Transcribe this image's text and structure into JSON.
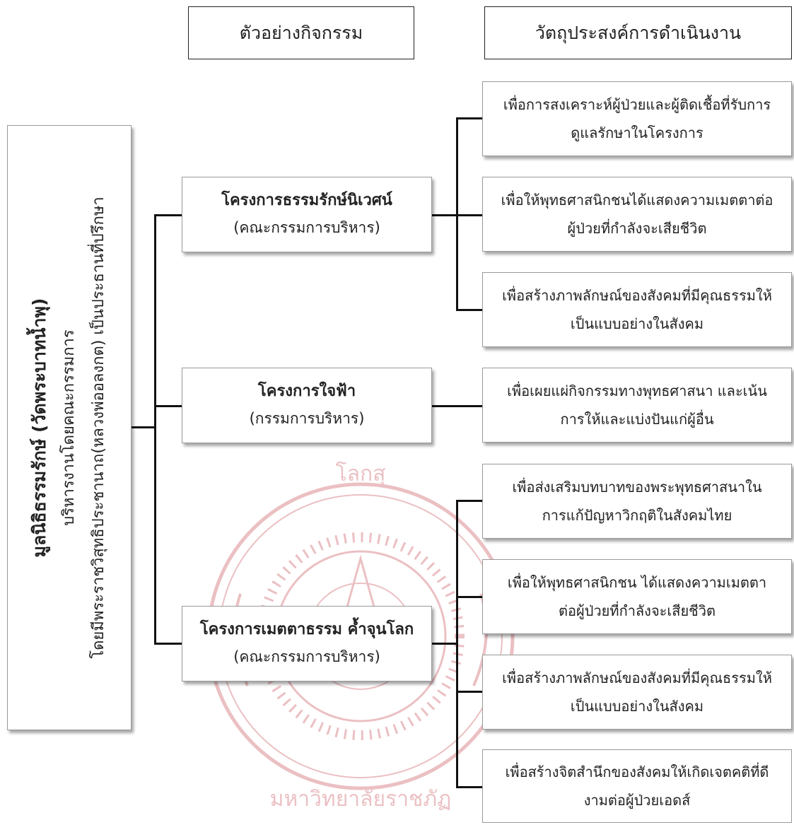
{
  "headers": {
    "activities": "ตัวอย่างกิจกรรม",
    "objectives": "วัตถุประสงค์การดำเนินงาน"
  },
  "root": {
    "title": "มูลนิธิธรรมรักษ์ (วัดพระบาทน้ำพุ)",
    "line2": "บริหารงานโดยคณะกรรมการ",
    "line3": "โดยมีพระราชวิสุทธิประชานาถ(หลวงพ่ออลงกต) เป็นประธานที่ปรึกษา"
  },
  "projects": [
    {
      "title": "โครงการธรรมรักษ์นิเวศน์",
      "subtitle": "(คณะกรรมการบริหาร)",
      "objectives": [
        [
          "เพื่อการสงเคราะห์ผู้ป่วยและผู้ติดเชื้อที่รับการ",
          "ดูแลรักษาในโครงการ"
        ],
        [
          "เพื่อให้พุทธศาสนิกชนได้แสดงความเมตตาต่อ",
          "ผู้ป่วยที่กำลังจะเสียชีวิต"
        ],
        [
          "เพื่อสร้างภาพลักษณ์ของสังคมที่มีคุณธรรมให้",
          "เป็นแบบอย่างในสังคม"
        ]
      ]
    },
    {
      "title": "โครงการใจฟ้า",
      "subtitle": "(กรรมการบริหาร)",
      "objectives": [
        [
          "เพื่อเผยแผ่กิจกรรมทางพุทธศาสนา และเน้น",
          "การให้และแบ่งปันแก่ผู้อื่น"
        ]
      ]
    },
    {
      "title": "โครงการเมตตาธรรม ค้ำจุนโลก",
      "subtitle": "(คณะกรรมการบริหาร)",
      "objectives": [
        [
          "เพื่อส่งเสริมบทบาทของพระพุทธศาสนาใน",
          "การแก้ปัญหาวิกฤติในสังคมไทย"
        ],
        [
          "เพื่อให้พุทธศาสนิกชน ได้แสดงความเมตตา",
          "ต่อผู้ป่วยที่กำลังจะเสียชีวิต"
        ],
        [
          "เพื่อสร้างภาพลักษณ์ของสังคมที่มีคุณธรรมให้",
          "เป็นแบบอย่างในสังคม"
        ],
        [
          "เพื่อสร้างจิตสำนึกของสังคมให้เกิดเจตคติที่ดี",
          "งามต่อผู้ป่วยเอดส์"
        ]
      ]
    }
  ],
  "watermark": {
    "text": "มหาวิทยาลัยราชภัฏ"
  },
  "colors": {
    "watermark": "#b8202a",
    "line": "#111111",
    "box_border": "#9a9a9a"
  }
}
